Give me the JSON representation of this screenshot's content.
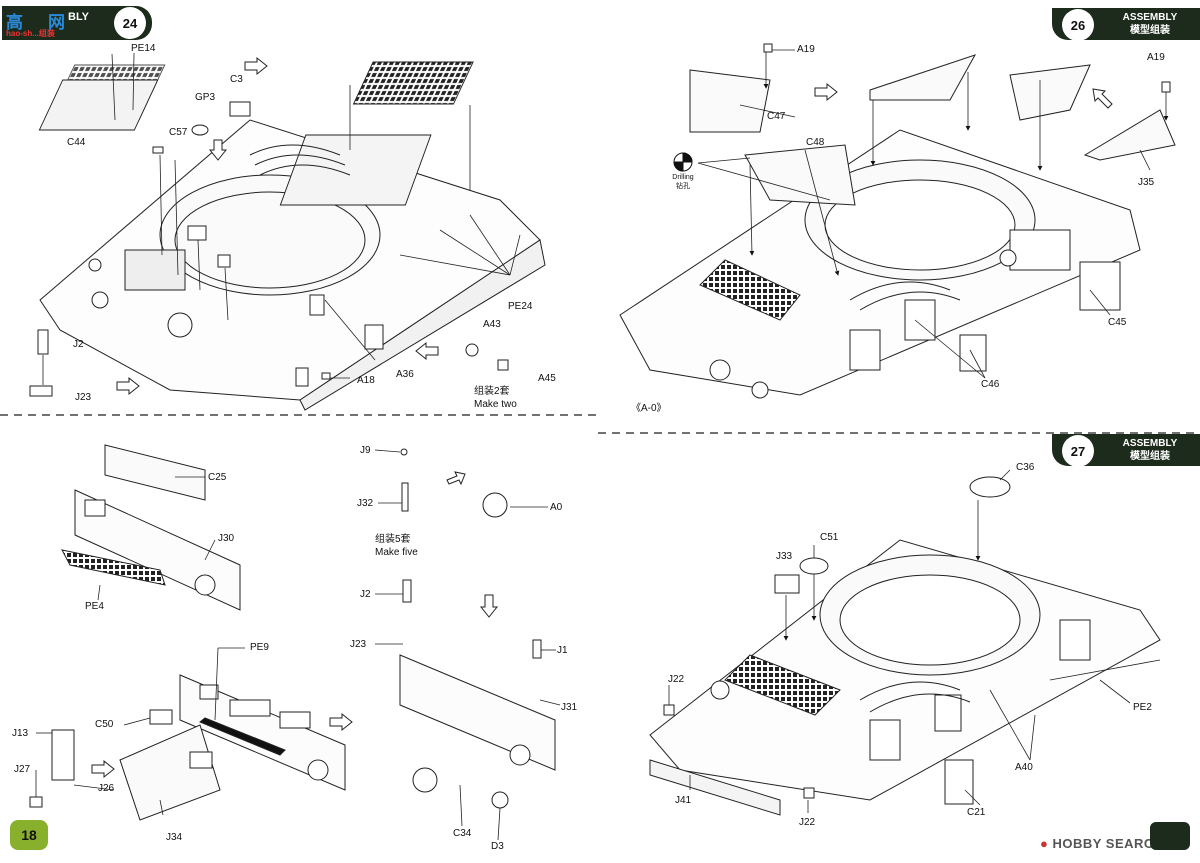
{
  "logo": {
    "text_cn": "高",
    "text_cn2": "网",
    "text_en": "BLY",
    "sub": "hao-sh...组装"
  },
  "steps": {
    "s24": {
      "number": "24"
    },
    "s26": {
      "number": "26",
      "title_en": "ASSEMBLY",
      "title_cn": "模型组装"
    },
    "s27": {
      "number": "27",
      "title_en": "ASSEMBLY",
      "title_cn": "模型组装"
    }
  },
  "page_number": "18",
  "watermark": "HOBBY SEARCH",
  "parts": {
    "pe14": "PE14",
    "c44": "C44",
    "gp3": "GP3",
    "c3": "C3",
    "c57": "C57",
    "j2a": "J2",
    "j23a": "J23",
    "pe24": "PE24",
    "a43": "A43",
    "a45": "A45",
    "a36": "A36",
    "a18": "A18",
    "c25": "C25",
    "j30": "J30",
    "pe4": "PE4",
    "pe9": "PE9",
    "c50": "C50",
    "j13": "J13",
    "j27": "J27",
    "j26": "J26",
    "j34": "J34",
    "j9": "J9",
    "j32": "J32",
    "a0": "A0",
    "j2b": "J2",
    "j23b": "J23",
    "j1": "J1",
    "j31": "J31",
    "c34": "C34",
    "d3": "D3",
    "a19a": "A19",
    "c47": "C47",
    "c48": "C48",
    "a19b": "A19",
    "j35": "J35",
    "c45": "C45",
    "c46": "C46",
    "a0ref": "《A-0》",
    "c36": "C36",
    "c51": "C51",
    "j33": "J33",
    "j22a": "J22",
    "pe2": "PE2",
    "a40": "A40",
    "j41": "J41",
    "c21": "C21",
    "j22b": "J22"
  },
  "notes": {
    "make_two_cn": "组装2套",
    "make_two_en": "Make two",
    "make_five_cn": "组装5套",
    "make_five_en": "Make five",
    "drilling_en": "Drilling",
    "drilling_cn": "钻孔"
  }
}
